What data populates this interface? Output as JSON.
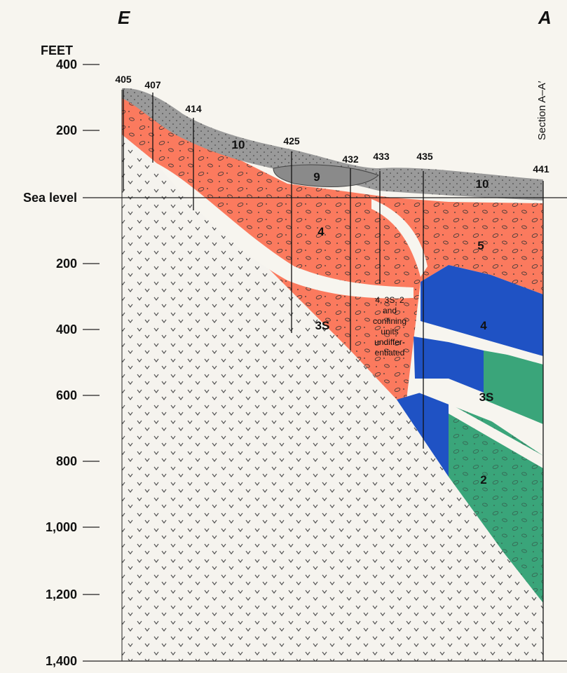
{
  "corner_left": "E",
  "corner_right": "A",
  "axis_title": "FEET",
  "section_label": "Section A–A′",
  "depth_ticks": [
    "400",
    "200",
    "Sea level",
    "200",
    "400",
    "600",
    "800",
    "1,000",
    "1,200",
    "1,400"
  ],
  "wells": [
    "405",
    "407",
    "414",
    "425",
    "432",
    "433",
    "435",
    "441"
  ],
  "unit_labels": {
    "u10_left": "10",
    "u10_right": "10",
    "u9": "9",
    "u4_left": "4",
    "u5": "5",
    "u3s_left": "3S",
    "u4_right": "4",
    "u3s_right": "3S",
    "u2": "2"
  },
  "note_lines": [
    "4, 3S, 2",
    "and",
    "confining",
    "units",
    "undiffer-",
    "entiated"
  ],
  "colors": {
    "basement": "#f5f3ee",
    "gray_unit": "#9a9a9a",
    "orange_unit": "#fb7a5e",
    "blue_unit": "#1f52c4",
    "green_unit": "#3aa57a"
  }
}
